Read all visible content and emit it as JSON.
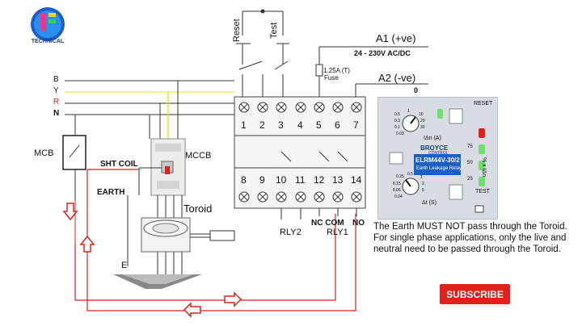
{
  "logo": {
    "text": "TECHNICAL"
  },
  "lines": {
    "b": "B",
    "y": "Y",
    "r": "R",
    "n": "N"
  },
  "labels": {
    "mcb": "MCB",
    "mccb": "MCCB",
    "sht_coil": "SHT COIL",
    "earth": "EARTH",
    "toroid": "Toroid",
    "e": "E",
    "reset": "Reset",
    "test": "Test",
    "a1": "A1 (+ve)",
    "a2": "A2 (-ve)",
    "supply": "24 - 230V AC/DC",
    "zero": "0",
    "fuse": "1.25A (T)",
    "fuse_word": "Fuse",
    "nc_com": "NC COM",
    "no": "NO",
    "rly1": "RLY1",
    "rly2": "RLY2"
  },
  "terminals_top": [
    "1",
    "2",
    "3",
    "4",
    "5",
    "6",
    "7"
  ],
  "terminals_bottom": [
    "8",
    "9",
    "10",
    "11",
    "12",
    "13",
    "14"
  ],
  "relay": {
    "brand": "BROYCE",
    "brand_sub": "CONTROL",
    "model": "ELRM44V-30/2",
    "model_sub": "Earth Leakage Relay",
    "reset": "RESET",
    "test": "TEST",
    "idn": "IΔn (A)",
    "dt": "Δt (S)",
    "pct": "% x IΔn",
    "scale_right": [
      "75",
      "50",
      "25"
    ],
    "dial1": [
      "0.5",
      "1",
      "10",
      "20",
      "30",
      "0.3",
      "0.1",
      "0.03"
    ],
    "dial2": [
      "0.25",
      "0.5",
      "1",
      "0.15",
      "0.06",
      "2",
      "5",
      "0.04"
    ]
  },
  "note": "The Earth MUST NOT pass through the Toroid. For single phase applications, only the live and neutral need to be passed through the Toroid.",
  "subscribe": "SUBSCRIBE",
  "colors": {
    "yellow": "#e8e21a",
    "red": "#e0201b",
    "line": "#333333"
  }
}
